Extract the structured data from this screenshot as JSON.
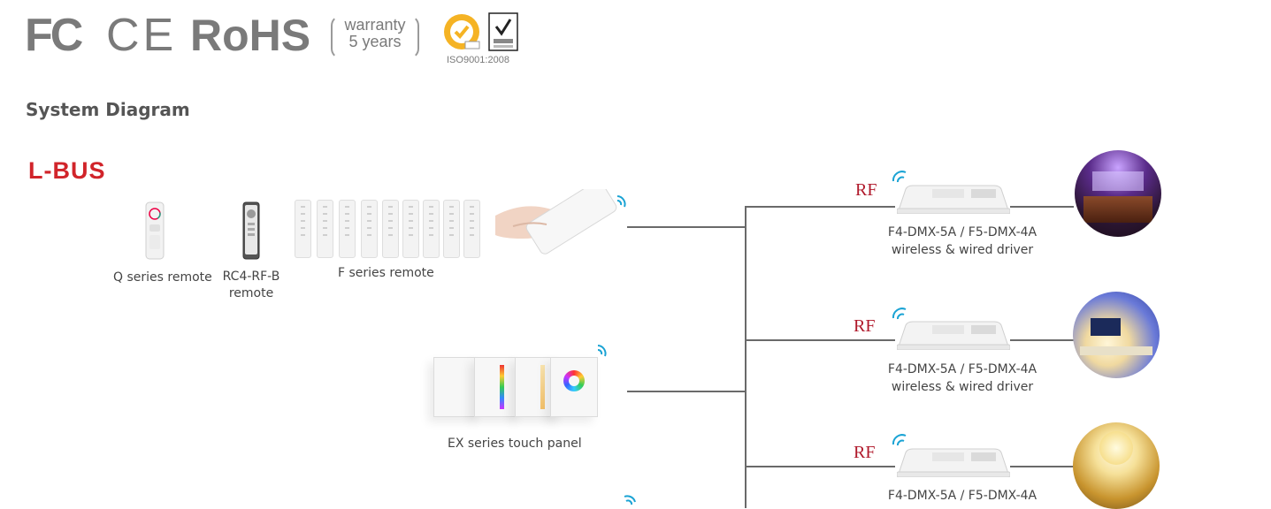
{
  "certifications": {
    "fc": "FC",
    "ce": "CE",
    "rohs": "RoHS",
    "warranty_line1": "warranty",
    "warranty_line2": "5 years",
    "iso": "ISO9001:2008"
  },
  "heading": "System Diagram",
  "brand": "L-BUS",
  "sources": {
    "q_remote_label": "Q series remote",
    "rc4_label_line1": "RC4-RF-B",
    "rc4_label_line2": "remote",
    "f_remote_label": "F series remote",
    "ex_panel_label": "EX series touch panel"
  },
  "outputs": [
    {
      "rf": "RF",
      "model": "F4-DMX-5A / F5-DMX-4A",
      "desc": "wireless & wired driver"
    },
    {
      "rf": "RF",
      "model": "F4-DMX-5A / F5-DMX-4A",
      "desc": "wireless & wired driver"
    },
    {
      "rf": "RF",
      "model": "F4-DMX-5A / F5-DMX-4A",
      "desc": ""
    }
  ],
  "colors": {
    "brand_red": "#d1242a",
    "rf_red": "#b0192b",
    "wifi_blue": "#1aa3d4",
    "line_gray": "#6a6a6a"
  },
  "icons": [
    "wifi-icon"
  ]
}
